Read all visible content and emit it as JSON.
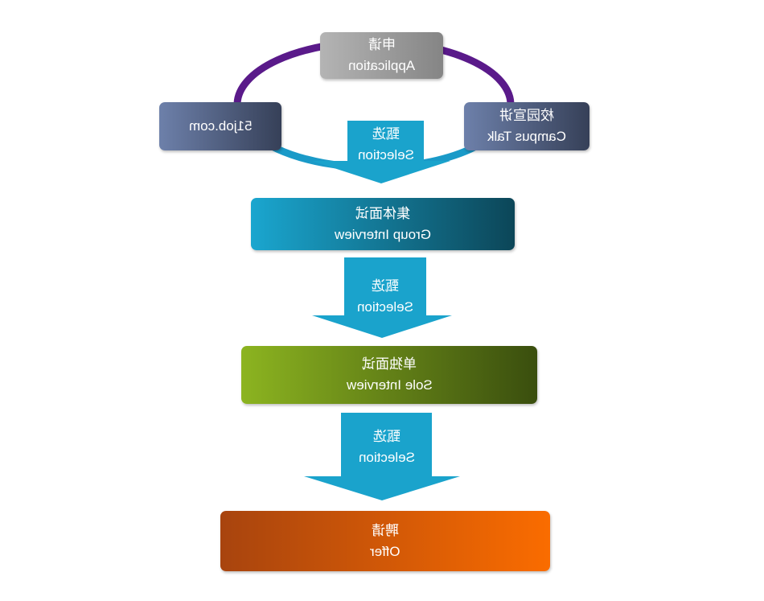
{
  "nodes": {
    "application": {
      "zh": "申请",
      "en": "Application"
    },
    "job_site": {
      "en": "51job.com"
    },
    "campus_talk": {
      "zh": "校园宣讲",
      "en": "Campus Talk"
    },
    "group_interview": {
      "zh": "集体面试",
      "en": "Group Interview"
    },
    "sole_interview": {
      "zh": "单独面试",
      "en": "Sole Interview"
    },
    "offer": {
      "zh": "聘请",
      "en": "Offer"
    }
  },
  "selection": {
    "zh": "甄选",
    "en": "Selection"
  },
  "colors": {
    "ring_top": "#5a1a8a",
    "ring_bottom": "#1a9ac8",
    "arrow": "#1aa3cc"
  }
}
